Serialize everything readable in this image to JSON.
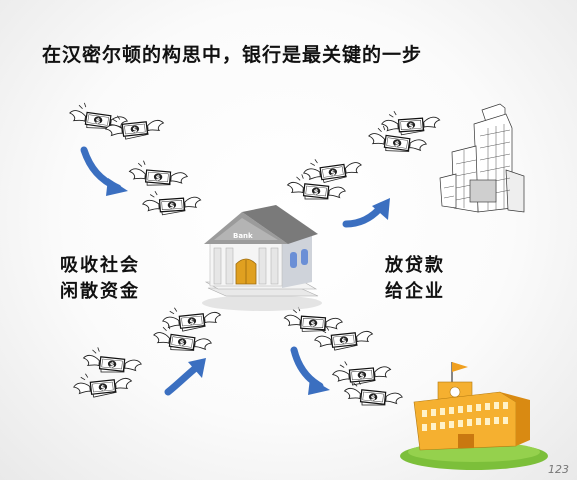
{
  "title": "在汉密尔顿的构思中，银行是最关键的一步",
  "left_label": [
    "吸收社会",
    "闲散资金"
  ],
  "right_label": [
    "放贷款",
    "给企业"
  ],
  "bank_sign": "Bank",
  "dollar_symbol": "$",
  "page_number": "123",
  "colors": {
    "arrow_blue": "#3b6fc0",
    "bank_roof": "#8a8a8a",
    "bank_door": "#e0a020",
    "factory_orange": "#f0a020",
    "factory_grass": "#7cbf3a"
  },
  "icons": {
    "money": "flying-dollar-bill-icon",
    "bank": "bank-building-icon",
    "office": "office-tower-icon",
    "factory": "factory-icon",
    "arrow": "curved-arrow-icon"
  }
}
